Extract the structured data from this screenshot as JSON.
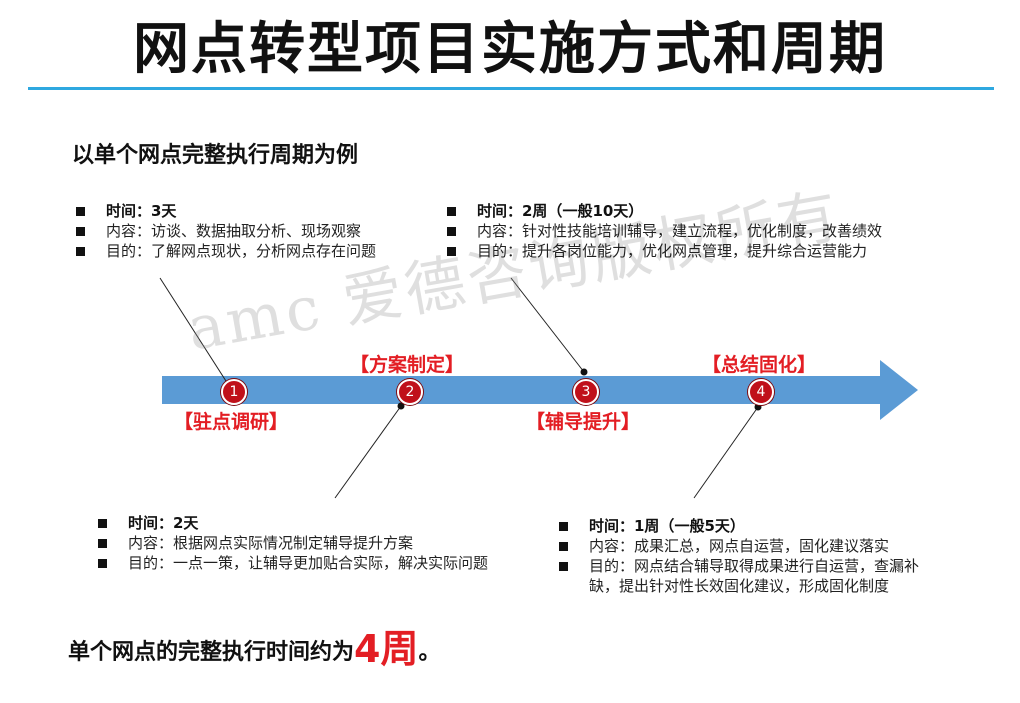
{
  "title": "网点转型项目实施方式和周期",
  "subtitle": "以单个网点完整执行周期为例",
  "colors": {
    "accent_rule": "#2EA8E0",
    "arrow": "#5B9BD5",
    "phase_label": "#E31E24",
    "marker": "#C0101A"
  },
  "watermark": "amc 爱德咨询版权所有",
  "stages": [
    {
      "number": "1",
      "phase": "【驻点调研】",
      "time": "时间：3天",
      "content": "内容：访谈、数据抽取分析、现场观察",
      "goal": "目的：了解网点现状，分析网点存在问题",
      "goal_cont": ""
    },
    {
      "number": "2",
      "phase": "【方案制定】",
      "time": "时间：2天",
      "content": "内容：根据网点实际情况制定辅导提升方案",
      "goal": "目的：一点一策，让辅导更加贴合实际，解决实际问题",
      "goal_cont": ""
    },
    {
      "number": "3",
      "phase": "【辅导提升】",
      "time": "时间：2周（一般10天）",
      "content": "内容：针对性技能培训辅导，建立流程，优化制度，改善绩效",
      "goal": "目的：提升各岗位能力，优化网点管理，提升综合运营能力",
      "goal_cont": ""
    },
    {
      "number": "4",
      "phase": "【总结固化】",
      "time": "时间：1周（一般5天）",
      "content": "内容：成果汇总，网点自运营，固化建议落实",
      "goal": "目的：网点结合辅导取得成果进行自运营，查漏补",
      "goal_cont": "缺，提出针对性长效固化建议，形成固化制度"
    }
  ],
  "conclusion": {
    "prefix": "单个网点的完整执行时间约为",
    "highlight": "4周",
    "suffix": "。"
  }
}
